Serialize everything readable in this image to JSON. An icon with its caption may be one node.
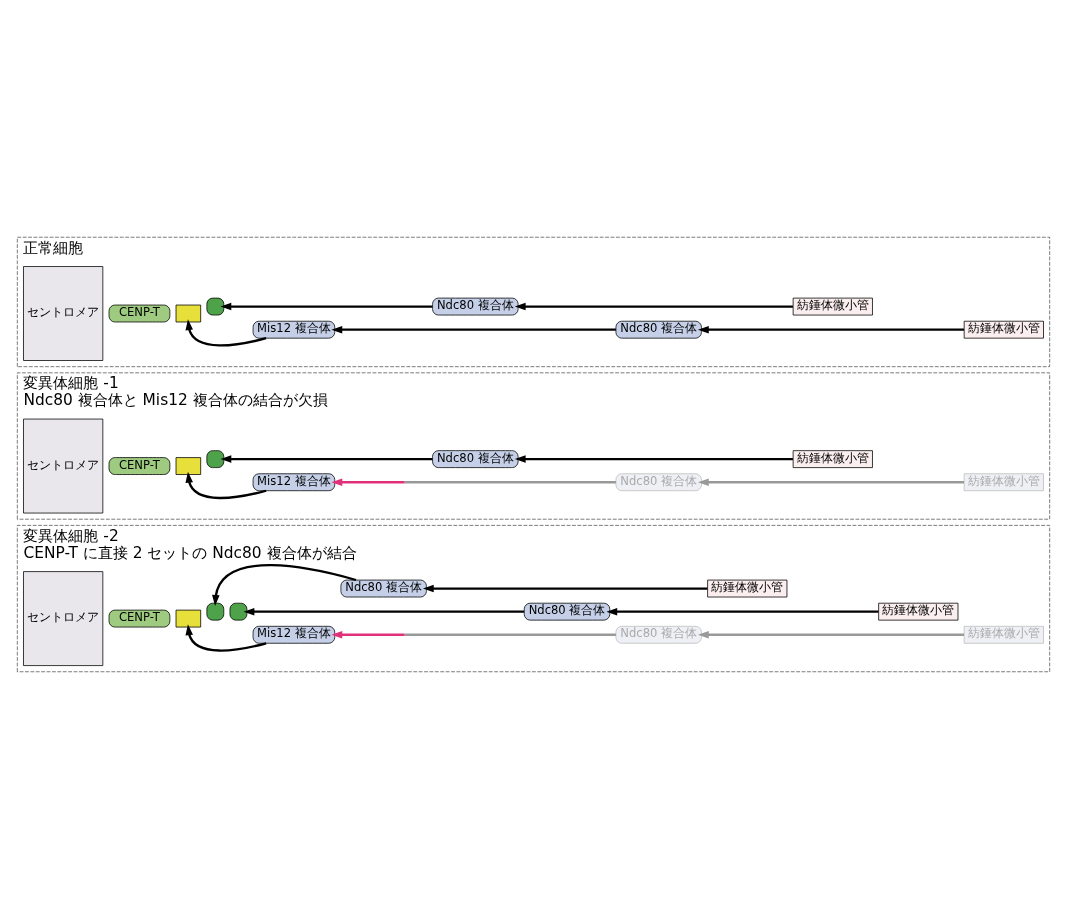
{
  "diagram": {
    "nodes": [
      {
        "text": [
          "正常細胞"
        ]
      },
      {
        "text": [
          "セントロメア"
        ],
        "in": 0
      },
      {
        "text": [
          "CENP-T"
        ],
        "in": 0
      },
      {
        "text": [],
        "shape": "bar",
        "in": 0
      },
      {
        "text": [],
        "shape": "bar",
        "in": 0
      },
      {
        "text": [
          "Ndc80 複合体"
        ],
        "in": 0
      },
      {
        "text": [
          "紡錘体微小管"
        ],
        "in": 0
      },
      {
        "text": [
          "Mis12 複合体"
        ],
        "in": 0
      },
      {
        "text": [
          "Ndc80 複合体"
        ],
        "in": 0
      },
      {
        "text": [
          "紡錘体微小管"
        ],
        "in": 0
      },
      {
        "text": [
          "変異体細胞 -1",
          "Ndc80 複合体と Mis12 複合体の結合が欠損"
        ]
      },
      {
        "text": [
          "セントロメア"
        ],
        "in": 10
      },
      {
        "text": [
          "CENP-T"
        ],
        "in": 10
      },
      {
        "text": [],
        "shape": "bar",
        "in": 10
      },
      {
        "text": [],
        "shape": "bar",
        "in": 10
      },
      {
        "text": [
          "Ndc80 複合体"
        ],
        "in": 10
      },
      {
        "text": [
          "紡錘体微小管"
        ],
        "in": 10
      },
      {
        "text": [
          "Mis12 複合体"
        ],
        "in": 10
      },
      {
        "text": [
          "Ndc80 複合体"
        ],
        "in": 10
      },
      {
        "text": [
          "紡錘体微小管"
        ],
        "in": 10
      },
      {
        "text": [
          "変異体細胞 -2",
          "CENP-T に直接 2 セットの Ndc80 複合体が結合"
        ]
      },
      {
        "text": [
          "Ndc80 複合体"
        ],
        "in": 20
      },
      {
        "text": [
          "紡錘体微小管"
        ],
        "in": 20
      },
      {
        "text": [
          "セントロメア"
        ],
        "in": 20
      },
      {
        "text": [
          "CENP-T"
        ],
        "in": 20
      },
      {
        "text": [],
        "shape": "bar",
        "in": 20
      },
      {
        "text": [],
        "shape": "bar",
        "in": 20
      },
      {
        "text": [],
        "shape": "bar",
        "in": 20
      },
      {
        "text": [
          "Ndc80 複合体"
        ],
        "in": 20
      },
      {
        "text": [
          "紡錘体微小管"
        ],
        "in": 20
      },
      {
        "text": [
          "Mis12 複合体"
        ],
        "in": 20
      },
      {
        "text": [
          "Ndc80 複合体"
        ],
        "in": 20
      },
      {
        "text": [
          "紡錘体微小管"
        ],
        "in": 20
      }
    ],
    "edges": [
      {
        "from": 6,
        "to": 5,
        "arrow": "to"
      },
      {
        "from": 5,
        "to": 4,
        "arrow": "to"
      },
      {
        "from": 9,
        "to": 8,
        "arrow": "to"
      },
      {
        "from": 8,
        "to": 7,
        "arrow": "to"
      },
      {
        "from": 7,
        "to": 3,
        "arrow": "to"
      },
      {
        "from": 16,
        "to": 15,
        "arrow": "to"
      },
      {
        "from": 15,
        "to": 14,
        "arrow": "to"
      },
      {
        "from": 19,
        "to": 18,
        "arrow": "to",
        "color": "#999999"
      },
      {
        "from": 18,
        "to": 17,
        "arrow": "to",
        "color": "#999999"
      },
      {
        "from": 17,
        "to": 13,
        "arrow": "to"
      },
      {
        "from": 22,
        "to": 21,
        "arrow": "to"
      },
      {
        "from": 21,
        "to": 26,
        "arrow": "to"
      },
      {
        "from": 29,
        "to": 28,
        "arrow": "to"
      },
      {
        "from": 28,
        "to": 27,
        "arrow": "to"
      },
      {
        "from": 32,
        "to": 31,
        "arrow": "to",
        "color": "#999999"
      },
      {
        "from": 31,
        "to": 30,
        "arrow": "to",
        "color": "#999999"
      },
      {
        "from": 30,
        "to": 25,
        "arrow": "to"
      }
    ]
  }
}
